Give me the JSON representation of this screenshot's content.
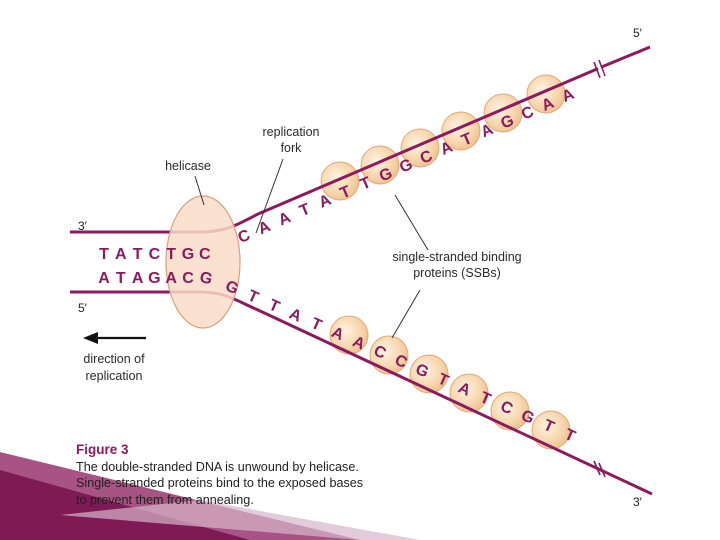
{
  "labels": {
    "helicase": "helicase",
    "fork_line1": "replication",
    "fork_line2": "fork",
    "ssb_line1": "single-stranded binding",
    "ssb_line2": "proteins (SSBs)",
    "direction_line1": "direction of",
    "direction_line2": "replication",
    "end_left_top": "3′",
    "end_left_bottom": "5′",
    "end_right_top": "5′",
    "end_right_bottom": "3′"
  },
  "sequences": {
    "top_duplex": [
      "T",
      "A",
      "T",
      "C",
      "T",
      "G",
      "C"
    ],
    "bottom_duplex": [
      "A",
      "T",
      "A",
      "G",
      "A",
      "C",
      "G"
    ],
    "top_arm": [
      "C",
      "A",
      "A",
      "T",
      "A",
      "T",
      "T",
      "G",
      "G",
      "C",
      "A",
      "T",
      "A",
      "G",
      "C",
      "A",
      "A"
    ],
    "bottom_arm": [
      "G",
      "T",
      "T",
      "A",
      "T",
      "A",
      "A",
      "C",
      "C",
      "G",
      "T",
      "A",
      "T",
      "C",
      "G",
      "T",
      "T"
    ]
  },
  "caption": {
    "figure": "Figure 3",
    "line1": "The double-stranded DNA is unwound by helicase.",
    "line2": "Single-stranded proteins bind to the exposed bases",
    "line3": "to prevent them from annealing."
  },
  "colors": {
    "strand": "#8b1a5e",
    "ssb_fill": "#f6d3a8",
    "ssb_stroke": "#e2a873",
    "helicase_fill": "#f9dcc8",
    "helicase_stroke": "#d9a07e"
  }
}
